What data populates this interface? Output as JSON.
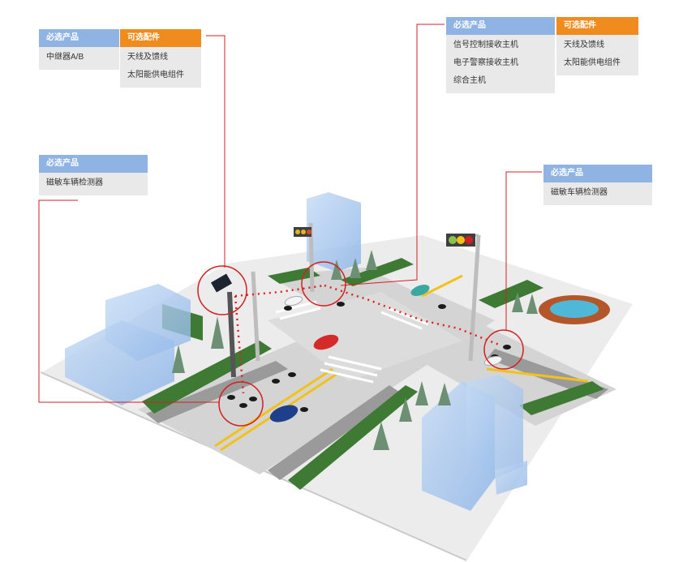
{
  "callouts": {
    "top_left": {
      "required": {
        "title": "必选产品",
        "items": [
          "中继器A/B"
        ]
      },
      "optional": {
        "title": "可选配件",
        "items": [
          "天线及馈线",
          "太阳能供电组件"
        ]
      }
    },
    "top_right": {
      "required": {
        "title": "必选产品",
        "items": [
          "信号控制接收主机",
          "电子警察接收主机",
          "综合主机"
        ]
      },
      "optional": {
        "title": "可选配件",
        "items": [
          "天线及馈线",
          "太阳能供电组件"
        ]
      }
    },
    "mid_left": {
      "required": {
        "title": "必选产品",
        "items": [
          "磁敏车辆检测器"
        ]
      }
    },
    "mid_right": {
      "required": {
        "title": "必选产品",
        "items": [
          "磁敏车辆检测器"
        ]
      }
    }
  },
  "colors": {
    "required_header": "#8fb3e2",
    "optional_header": "#f08c1e",
    "leader_line": "#d32020",
    "signal_path": "#e02020",
    "building": "#a9c9ef",
    "hedge": "#3e7a34",
    "road": "#d9d9d9"
  }
}
